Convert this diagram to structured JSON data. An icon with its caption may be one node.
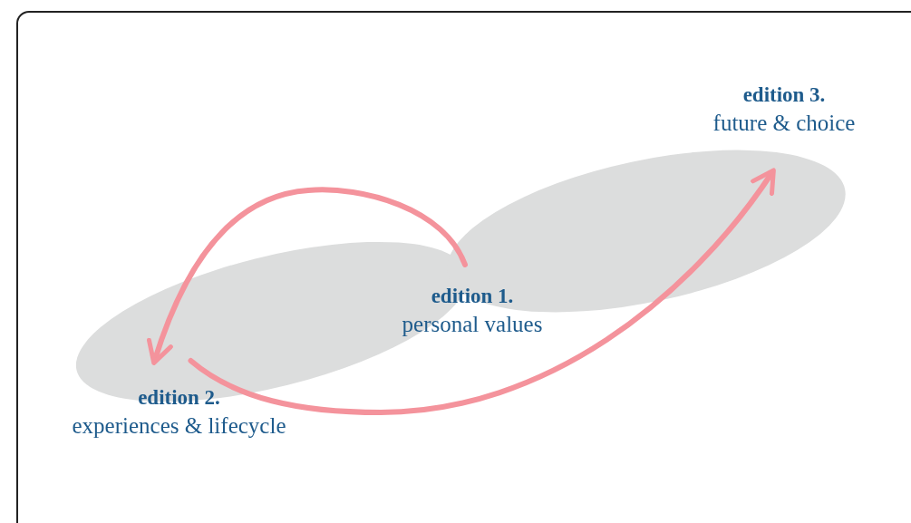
{
  "diagram": {
    "nodes": [
      {
        "text": [
          "edition 3.",
          "future & choice"
        ]
      },
      {
        "text": [
          "edition 1.",
          "personal values"
        ]
      },
      {
        "text": [
          "edition 2.",
          "experiences & lifecycle"
        ]
      }
    ],
    "edges": [
      {
        "from": 1,
        "to": 2,
        "arrow": "to"
      },
      {
        "from": 2,
        "to": 0,
        "arrow": "to"
      }
    ]
  }
}
